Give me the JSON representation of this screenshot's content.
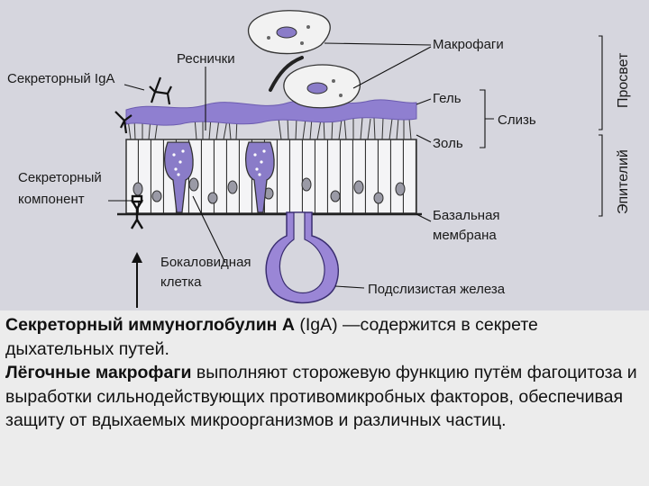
{
  "labels": {
    "macrophages": "Макрофаги",
    "cilia": "Реснички",
    "secretory_iga": "Секреторный IgA",
    "gel": "Гель",
    "mucus": "Слизь",
    "sol": "Золь",
    "secretory_component_line1": "Секреторный",
    "secretory_component_line2": "компонент",
    "basal_membrane_line1": "Базальная",
    "basal_membrane_line2": "мембрана",
    "goblet_cell_line1": "Бокаловидная",
    "goblet_cell_line2": "клетка",
    "submucosal_gland": "Подслизистая железа",
    "lumen": "Просвет",
    "epithelium": "Эпителий"
  },
  "caption": {
    "p1_bold": "Секреторный иммуноглобулин А",
    "p1_text": " (IgA) —содержится в секрете дыхательных путей.",
    "p2_bold": "Лёгочные макрофаги",
    "p2_text": " выполняют сторожевую функцию путём фагоцитоза и выработки сильнодействующих противомикробных факторов, обеспечивая защиту от вдыхаемых микроорганизмов и различных частиц."
  },
  "colors": {
    "mucus_gel": "#8f7fd0",
    "gland": "#9a86d6",
    "caption_bg": "#ececec"
  }
}
